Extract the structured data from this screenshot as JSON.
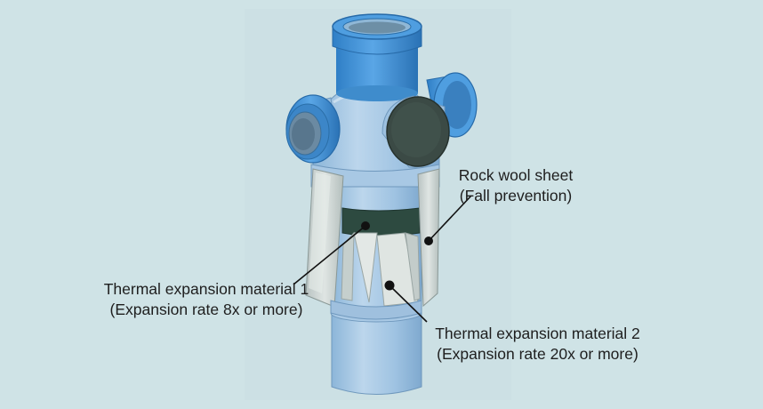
{
  "labels": {
    "rock_wool": {
      "line1": "Rock wool sheet",
      "line2": "(Fall prevention)"
    },
    "material1": {
      "line1": "Thermal expansion material 1",
      "line2": "(Expansion rate 8x or more)"
    },
    "material2": {
      "line1": "Thermal expansion material 2",
      "line2": "(Expansion rate 20x or more)"
    }
  },
  "colors": {
    "background": "#cfe3e6",
    "pipe_blue": "#3d8fd6",
    "body_light_blue": "#9ec3e2",
    "dark_band": "#2d4a40",
    "cap_dark": "#3b4a45",
    "sheet_gray": "#cfd6d4"
  }
}
